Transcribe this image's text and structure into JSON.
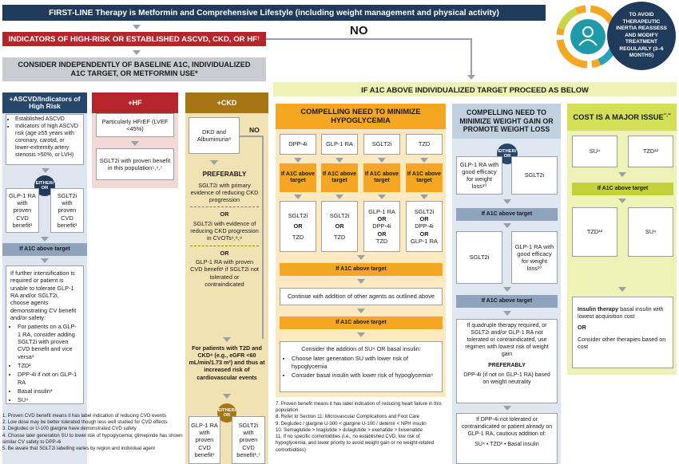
{
  "top_banner": "FIRST-LINE Therapy is Metformin and Comprehensive Lifestyle (including weight management and physical activity)",
  "high_risk_banner": "INDICATORS OF HIGH-RISK OR ESTABLISHED ASCVD, CKD, OR HF",
  "high_risk_sup": "†",
  "no_top": "NO",
  "inertia_text": "TO AVOID THERAPEUTIC INERTIA REASSESS AND MODIFY TREATMENT REGULARLY (3–6 MONTHS)",
  "consider_banner": "CONSIDER INDEPENDENTLY OF BASELINE A1C, INDIVIDUALIZED A1C TARGET, OR METFORMIN USE*",
  "above_target_banner": "IF A1C ABOVE INDIVIDUALIZED TARGET PROCEED AS BELOW",
  "ascvd": {
    "header": "+ASCVD/Indicators of High Risk",
    "criteria": [
      "Established ASCVD",
      "Indicators of high ASCVD risk (age ≥55 years with coronary, carotid, or lower-extremity artery stenosis >50%, or LVH)"
    ],
    "either": "EITHER/ OR",
    "opt1": "GLP-1 RA with proven CVD benefit¹",
    "opt2": "SGLT2i with proven CVD benefit¹",
    "a1c": "If A1C above target",
    "intensify": "If further intensification is required or patient is unable to tolerate GLP-1 RA and/or SGLT2i, choose agents demonstrating CV benefit and/or safety:",
    "bullets": [
      "For patients on a GLP-1 RA, consider adding SGLT2i with proven CVD benefit and vice versa¹",
      "TZD²",
      "DPP-4i if not on GLP-1 RA",
      "Basal insulin³",
      "SU⁴"
    ]
  },
  "hf": {
    "header": "+HF",
    "criteria": "Particularly HFrEF (LVEF <45%)",
    "sglt2": "SGLT2i with proven benefit in this population⁵,⁶,⁷"
  },
  "ckd": {
    "header": "+CKD",
    "criteria": "DKD and Albuminuria⁸",
    "no": "NO",
    "preferably": "PREFERABLY",
    "opt1": "SGLT2i with primary evidence of reducing CKD progression",
    "or1": "OR",
    "opt2": "SGLT2i with evidence of reducing CKD progression in CVOTs⁶,⁸,⁹",
    "or2": "OR",
    "opt3": "GLP-1 RA with proven CVD benefit¹ if SGLT2i not tolerated or contraindicated",
    "egfr": "For patients with T2D and CKD⁸ (e.g., eGFR <60 mL/min/1.73 m²) and thus at increased risk of cardiovascular events",
    "either": "EITHER/ OR",
    "bottom1": "GLP-1 RA with proven CVD benefit¹",
    "bottom2": "SGLT2i with proven CVD benefit¹,⁷"
  },
  "hypo": {
    "header": "COMPELLING NEED TO MINIMIZE HYPOGLYCEMIA",
    "drugs": [
      "DPP-4i",
      "GLP-1 RA",
      "SGLT2i",
      "TZD"
    ],
    "a1c_chip": "If A1C above target",
    "col1": [
      "SGLT2i",
      "OR",
      "TZD"
    ],
    "col2": [
      "SGLT2i",
      "OR",
      "TZD"
    ],
    "col3": [
      "GLP-1 RA",
      "OR",
      "DPP-4i",
      "OR",
      "TZD"
    ],
    "col4": [
      "SGLT2i",
      "OR",
      "DPP-4i",
      "OR",
      "GLP-1 RA"
    ],
    "a1c_bar1": "If A1C above target",
    "continue": "Continue with addition of other agents as outlined above",
    "a1c_bar2": "If A1C above target",
    "consider": "Consider the addition of SU⁴ OR basal insulin:",
    "bullets": [
      "Choose later generation SU with lower risk of hypoglycemia",
      "Consider basal insulin with lower risk of hypoglycemia⁸"
    ]
  },
  "weight": {
    "header": "COMPELLING NEED TO MINIMIZE WEIGHT GAIN OR PROMOTE WEIGHT LOSS",
    "either": "EITHER/ OR",
    "opt1": "GLP-1 RA with good efficacy for weight loss¹⁰",
    "opt2": "SGLT2i",
    "a1c1": "If A1C above target",
    "opt3": "SGLT2i",
    "opt4": "GLP-1 RA with good efficacy for weight loss¹⁰",
    "a1c2": "If A1C above target",
    "quad": "If quadruple therapy required, or SGLT2i and/or GLP-1 RA not tolerated or contraindicated, use regimen with lowest risk of weight gain",
    "preferably": "PREFERABLY",
    "dpp": "DPP-4i (if not on GLP-1 RA) based on weight neutrality",
    "cautious": "If DPP-4i not tolerated or contraindicated or patient already on GLP-1 RA, cautious addition of:",
    "bullet": "SU⁴ • TZD² • Basal insulin"
  },
  "cost": {
    "header": "COST IS A MAJOR ISSUE",
    "sup": "¹¹,¹²",
    "opt1": "SU⁴",
    "opt2": "TZD¹²",
    "a1c": "If A1C above target",
    "opt3": "TZD¹²",
    "opt4": "SU⁴",
    "insulin_bold": "Insulin therapy",
    "insulin_rest": " basal insulin with lowest acquisition cost",
    "or": "OR",
    "other": "Consider other therapies based on cost"
  },
  "footnotes_left": [
    "1.   Proven CVD benefit means it has label indication of reducing CVD events",
    "2.   Low dose may be better tolerated though less well studied for CVD effects",
    "3.   Degludec or U-100 glargine have demonstrated CVD safety",
    "4.   Choose later generation SU to lower risk of hypoglycemia; glimepiride has shown similar CV safety to DPP-4i",
    "5.   Be aware that SGLT2i labelling varies by region and individual agent"
  ],
  "footnotes_right": [
    "7.   Proven benefit means it has label indication of reducing heart failure in this population",
    "8.   Refer to Section 11: Microvascular Complications and Foot Care",
    "9.   Degludec / glargine U-300 < glargine U-100 / detemir < NPH insulin",
    "10.  Semaglutide > liraglutide > dulaglutide > exenatide > lixisenatide",
    "11.  If no specific comorbidities (i.e., no established CVD, low risk of hypoglycemia, and lower priority to avoid weight gain or no weight-related comorbidities)"
  ],
  "colors": {
    "navy": "#1f3a5a",
    "red": "#b5262c",
    "gray_banner": "#c9ccd1",
    "ascvd_header": "#27476a",
    "ascvd_bg": "#dfe5ee",
    "hf_header": "#b5262c",
    "hf_bg": "#f3d9d6",
    "ckd_header": "#a77614",
    "ckd_bg": "#f1e2b4",
    "hypo_header": "#f5a623",
    "hypo_bg": "#fde9bf",
    "weight_header": "#c1d1e0",
    "weight_bg": "#dfe7f0",
    "cost_header": "#d4df58",
    "cost_bg": "#eef3b5",
    "above_banner": "#eef2b4"
  }
}
